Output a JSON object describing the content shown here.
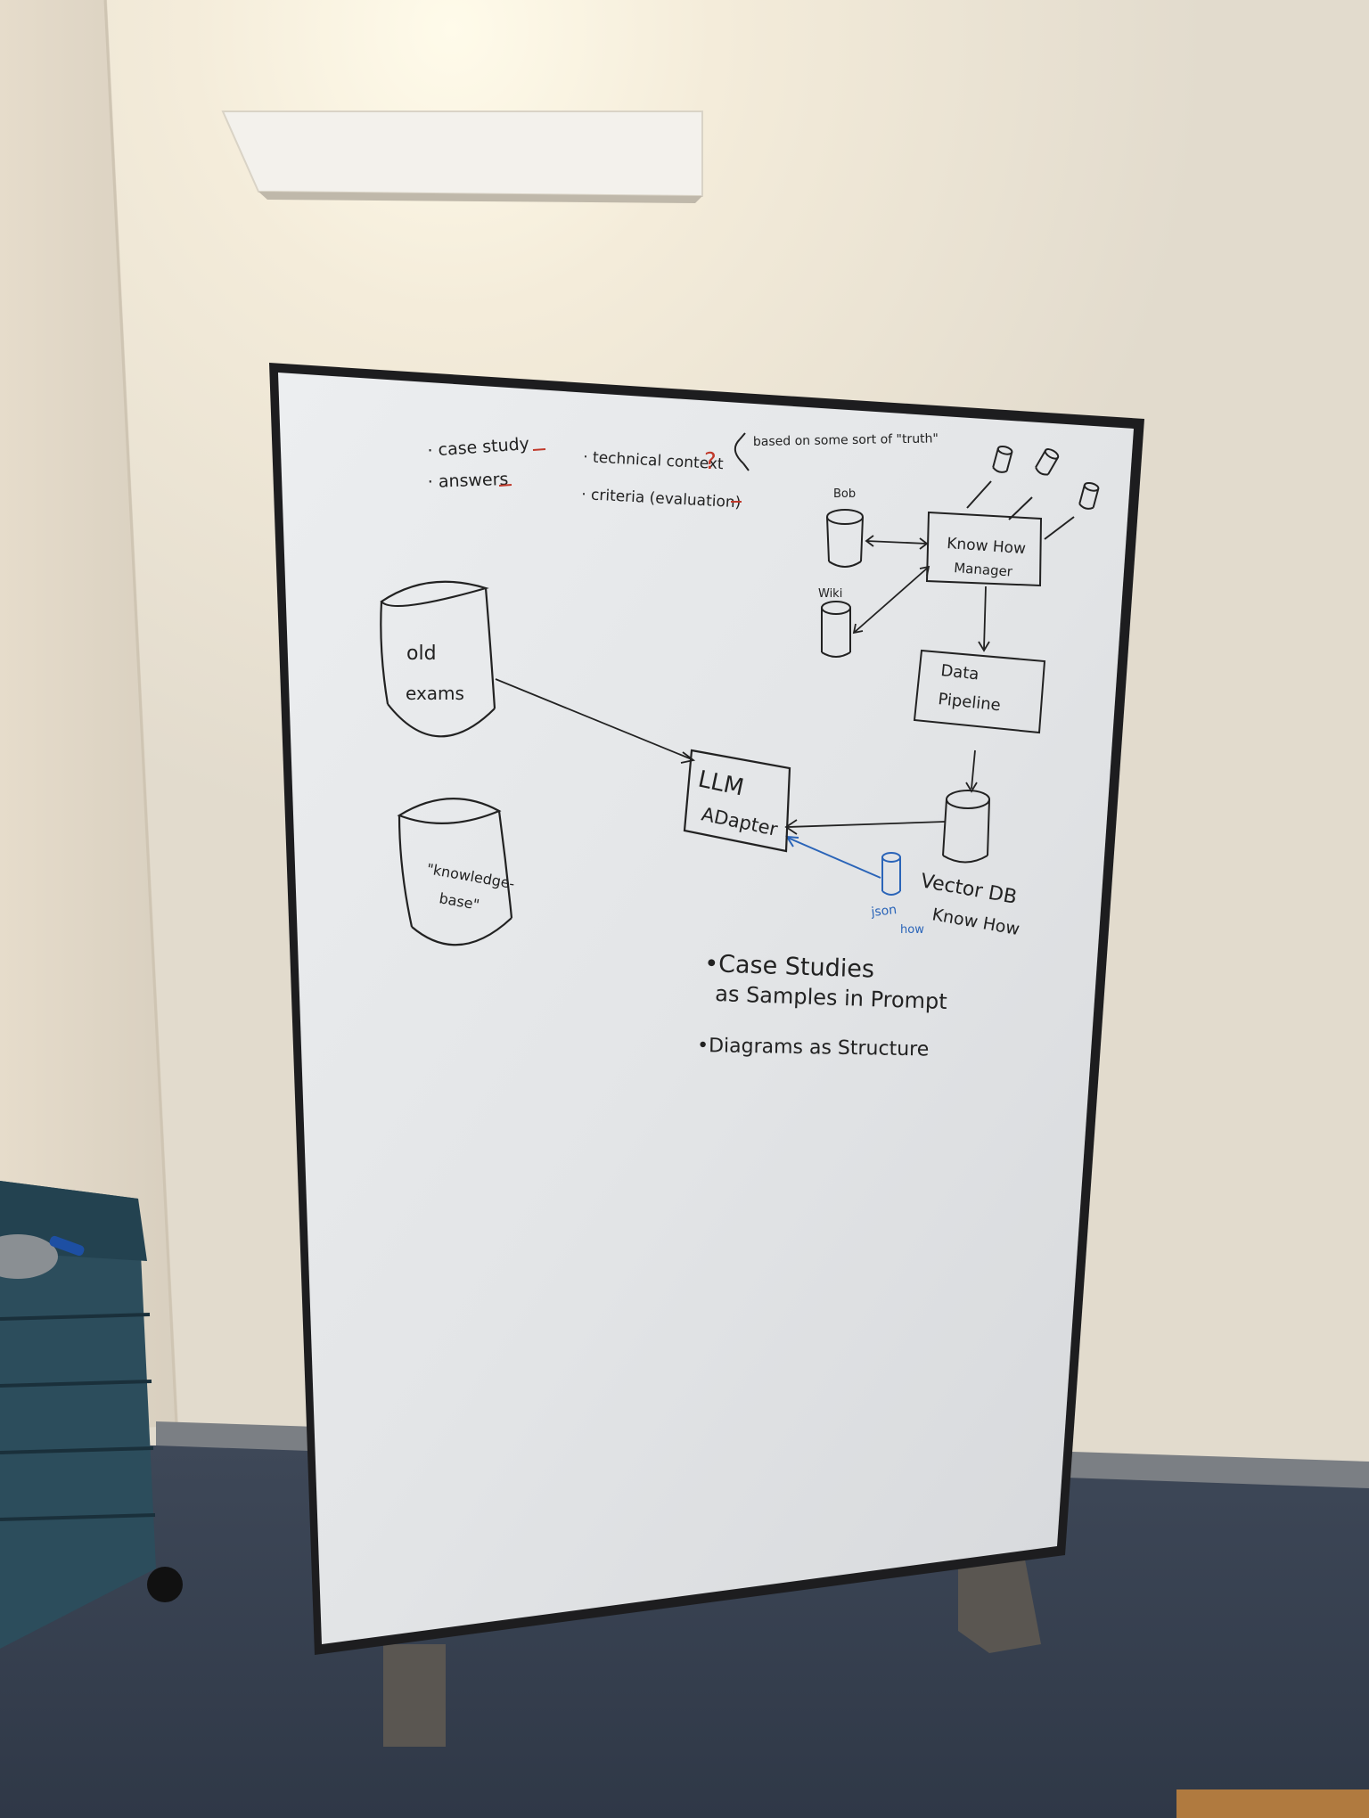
{
  "colors": {
    "wall": "#ece6da",
    "floor": "#3c4656",
    "board_surface": "#e4e6e8",
    "board_frame": "#1d1d1f",
    "marker_black": "#222222",
    "marker_red": "#c0392b",
    "marker_blue": "#2a64b8",
    "cabinet": "#2c4d5c"
  },
  "whiteboard": {
    "notes_top": {
      "left_col": [
        "· case study",
        "· answers"
      ],
      "mid_col": [
        "· technical context",
        "· criteria (evaluation)"
      ],
      "question_mark": "?",
      "annotation": "based on some sort of \"truth\""
    },
    "diagram": {
      "old_exams_label_1": "old",
      "old_exams_label_2": "exams",
      "knowledge_base_label_1": "\"knowledge-",
      "knowledge_base_label_2": "base\"",
      "llm_adapter_1": "LLM",
      "llm_adapter_2": "ADapter",
      "bob_label": "Bob",
      "wiki_label": "Wiki",
      "know_how_manager_1": "Know How",
      "know_how_manager_2": "Manager",
      "data_pipeline_1": "Data",
      "data_pipeline_2": "Pipeline",
      "vector_db_1": "Vector DB",
      "vector_db_2": "Know How",
      "blue_label_1": "json",
      "blue_label_2": "how"
    },
    "bottom_notes": {
      "line_1": "•Case Studies",
      "line_2": "as Samples in Prompt",
      "line_3": "•Diagrams as Structure"
    }
  }
}
